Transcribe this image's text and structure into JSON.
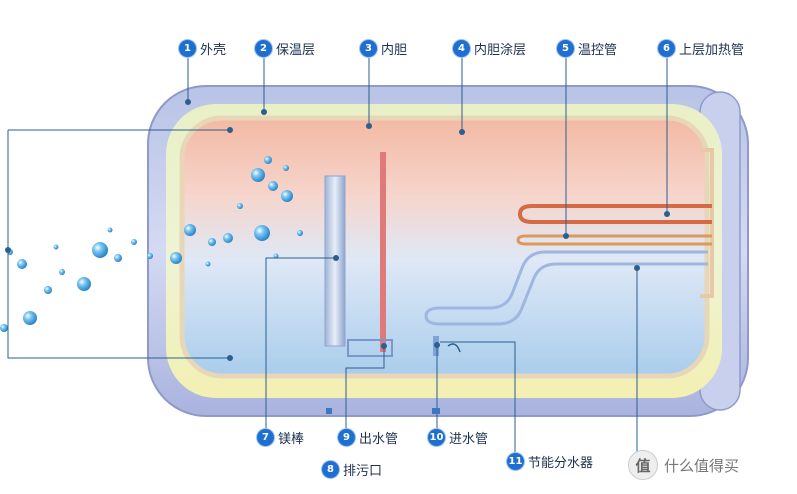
{
  "labels": [
    {
      "num": "1",
      "text": "外壳"
    },
    {
      "num": "2",
      "text": "保温层"
    },
    {
      "num": "3",
      "text": "内胆"
    },
    {
      "num": "4",
      "text": "内胆涂层"
    },
    {
      "num": "5",
      "text": "温控管"
    },
    {
      "num": "6",
      "text": "上层加热管"
    },
    {
      "num": "7",
      "text": "镁棒"
    },
    {
      "num": "8",
      "text": "排污口"
    },
    {
      "num": "9",
      "text": "出水管"
    },
    {
      "num": "10",
      "text": "进水管"
    },
    {
      "num": "11",
      "text": "节能分水器"
    }
  ],
  "watermark": {
    "badge": "值",
    "text": "什么值得买"
  },
  "colors": {
    "badge": "#1f6fd1",
    "leader": "#2a5f8f",
    "heater": "#d56a45",
    "rod": "#e07a7a",
    "bubble": "#3aa0e0"
  }
}
